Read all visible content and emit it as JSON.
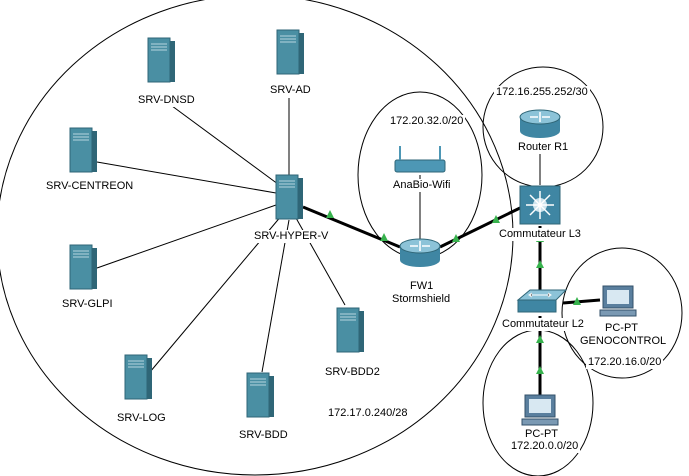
{
  "colors": {
    "server": "#4a8fa3",
    "server_dark": "#2f6677",
    "link_green": "#37b24d",
    "router": "#4d97b5",
    "pc": "#5a7f9e"
  },
  "devices": {
    "srv_dnsd": "SRV-DNSD",
    "srv_ad": "SRV-AD",
    "srv_centreon": "SRV-CENTREON",
    "srv_hyperv": "SRV-HYPER-V",
    "srv_glpi": "SRV-GLPI",
    "srv_log": "SRV-LOG",
    "srv_bdd": "SRV-BDD",
    "srv_bdd2": "SRV-BDD2",
    "wifi": "AnaBio-Wifi",
    "fw1_line1": "FW1",
    "fw1_line2": "Stormshield",
    "router_r1": "Router R1",
    "switch_l3": "Commutateur L3",
    "switch_l2": "Commutateur L2",
    "pc_geno_line1": "PC-PT",
    "pc_geno_line2": "GENOCONTROL",
    "pc_bottom": "PC-PT"
  },
  "networks": {
    "router_net": "172.16.255.252/30",
    "wifi_net": "172.20.32.0/20",
    "server_net": "172.17.0.240/28",
    "geno_net": "172.20.16.0/20",
    "pc_net": "172.20.0.0/20"
  }
}
